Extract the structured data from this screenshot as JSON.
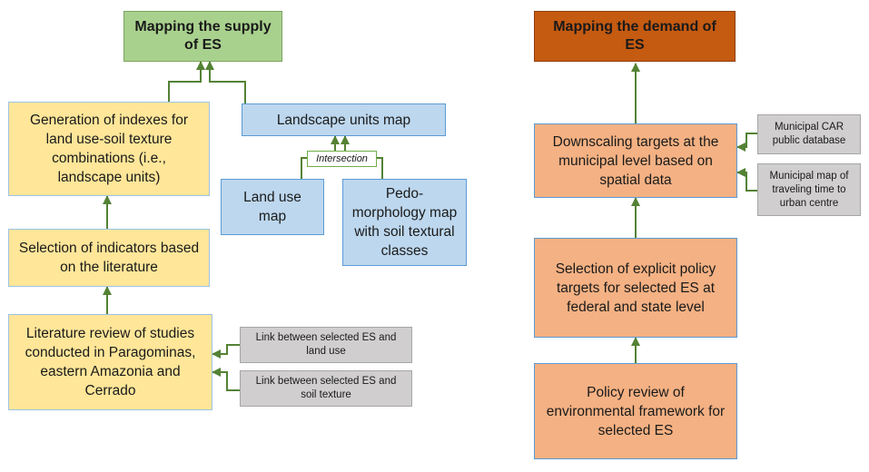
{
  "supply": {
    "title": "Mapping the supply of ES",
    "generation": "Generation of indexes for land use-soil texture combinations (i.e., landscape units)",
    "landscape_map": "Landscape units map",
    "intersection": "Intersection",
    "land_use_map": "Land use map",
    "pedo_map": "Pedo-morphology map with soil textural classes",
    "selection": "Selection of indicators based on the literature",
    "literature": "Literature review of studies conducted in Paragominas, eastern Amazonia and Cerrado",
    "link_land_use": "Link between selected ES and land use",
    "link_soil": "Link between selected ES and soil texture"
  },
  "demand": {
    "title": "Mapping the demand of ES",
    "downscaling": "Downscaling targets at the municipal level based on spatial data",
    "car": "Municipal CAR public database",
    "travel": "Municipal map of traveling time to urban centre",
    "selection": "Selection of explicit policy targets for selected ES at federal and state level",
    "policy": "Policy review of environmental framework for selected ES"
  },
  "colors": {
    "supply_title": "#a9d18e",
    "demand_title": "#c55a11",
    "supply_steps": "#ffe699",
    "maps": "#bdd7ee",
    "demand_steps": "#f4b183",
    "sources": "#d0cece",
    "arrows": "#548235"
  }
}
